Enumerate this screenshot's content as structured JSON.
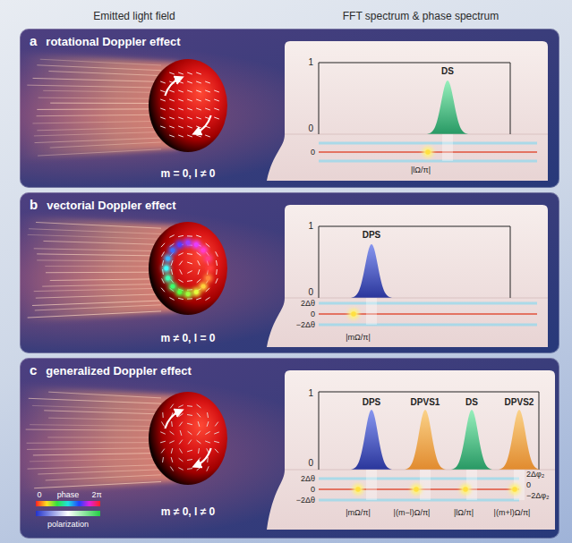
{
  "diagram": {
    "nodes": [
      {
        "text": [
          "a",
          "rotational Doppler effect"
        ]
      },
      {
        "text": [
          "b",
          "vectorial Doppler effect"
        ]
      },
      {
        "text": [
          "c",
          "generalized Doppler effect"
        ]
      }
    ],
    "labels": [
      "Emitted light field",
      "FFT spectrum & phase spectrum",
      "m = 0, l ≠ 0",
      "1",
      "0",
      "DS",
      "0",
      "|lΩ/π|",
      "m ≠ 0, l = 0",
      "1",
      "DPS",
      "0",
      "2Δθ",
      "0",
      "−2Δθ",
      "|mΩ/π|",
      "m ≠ 0, l ≠ 0",
      "1",
      "DPS",
      "DPVS1",
      "DS",
      "DPVS2",
      "0",
      "2Δθ",
      "0",
      "−2Δθ",
      "|mΩ/π|",
      "|(m−l)Ω/π|",
      "|lΩ/π|",
      "|(m+l)Ω/π|",
      "2Δφ₂",
      "0",
      "−2Δφ₂",
      "0",
      "2π"
    ],
    "legend": [
      {
        "text": "phase"
      },
      {
        "text": "polarization"
      }
    ]
  }
}
